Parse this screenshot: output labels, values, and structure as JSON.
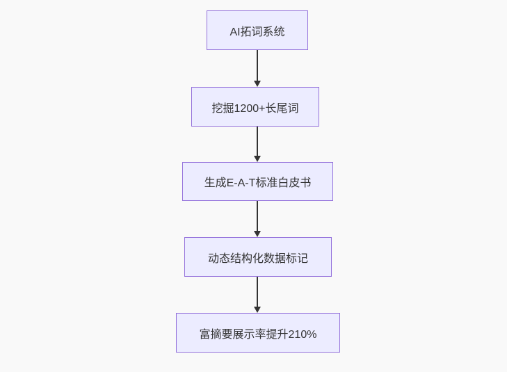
{
  "diagram": {
    "type": "flowchart",
    "direction": "top-down",
    "nodes": [
      {
        "id": "n1",
        "label": "AI拓词系统"
      },
      {
        "id": "n2",
        "label": "挖掘1200+长尾词"
      },
      {
        "id": "n3",
        "label": "生成E-A-T标准白皮书"
      },
      {
        "id": "n4",
        "label": "动态结构化数据标记"
      },
      {
        "id": "n5",
        "label": "富摘要展示率提升210%"
      }
    ],
    "edges": [
      {
        "from": "n1",
        "to": "n2"
      },
      {
        "from": "n2",
        "to": "n3"
      },
      {
        "from": "n3",
        "to": "n4"
      },
      {
        "from": "n4",
        "to": "n5"
      }
    ],
    "colors": {
      "node_fill": "#ECECFF",
      "node_border": "#9370DB",
      "node_text": "#333333",
      "arrow": "#333333",
      "background": "#f9f9f9"
    }
  }
}
